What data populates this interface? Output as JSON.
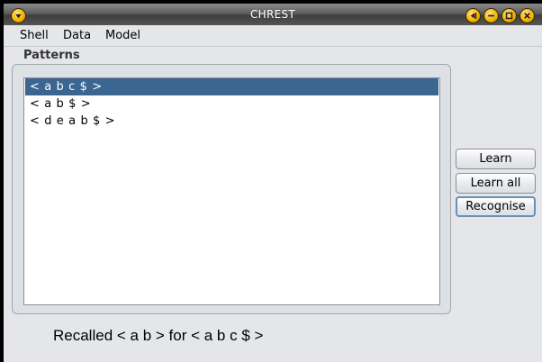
{
  "window": {
    "title": "CHREST"
  },
  "menubar": {
    "items": [
      "Shell",
      "Data",
      "Model"
    ]
  },
  "patterns": {
    "label": "Patterns",
    "items": [
      "< a b c $ >",
      "< a b $ >",
      "< d e a b $ >"
    ],
    "selected_index": 0
  },
  "buttons": {
    "learn": "Learn",
    "learn_all": "Learn all",
    "recognise": "Recognise"
  },
  "status": {
    "text": "Recalled < a b > for < a b c $ >"
  },
  "colors": {
    "selection": "#3b6690",
    "titlebar_button": "#f4b400"
  }
}
